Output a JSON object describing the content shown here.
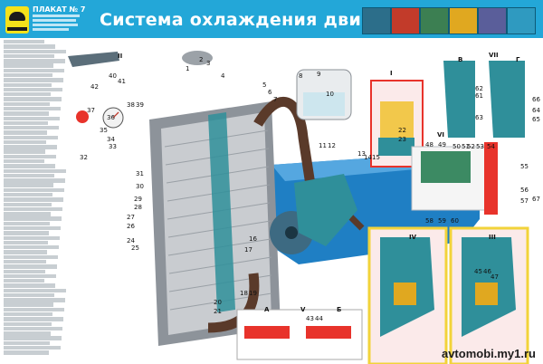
{
  "header": {
    "poster_number": "ПЛАКАТ № 7",
    "title": "Система охлаждения двигателя"
  },
  "watermark": "avtomobi.my1.ru",
  "inset_titles": {
    "i": "I",
    "ii": "II",
    "iii": "III",
    "iv": "IV",
    "v": "V",
    "vi": "VI",
    "vii": "VII",
    "a": "А",
    "b": "Б",
    "v_letter": "В",
    "g": "Г"
  },
  "callouts": [
    "1",
    "2",
    "3",
    "4",
    "5",
    "6",
    "7",
    "8",
    "9",
    "10",
    "11",
    "12",
    "13",
    "14",
    "15",
    "16",
    "17",
    "18",
    "19",
    "20",
    "21",
    "22",
    "23",
    "24",
    "25",
    "26",
    "27",
    "28",
    "29",
    "30",
    "31",
    "32",
    "33",
    "34",
    "35",
    "36",
    "37",
    "38",
    "39",
    "40",
    "41",
    "42",
    "43",
    "44",
    "45",
    "46",
    "47",
    "48",
    "49",
    "50",
    "51",
    "52",
    "53",
    "54",
    "55",
    "56",
    "57",
    "58",
    "59",
    "60",
    "61",
    "62",
    "63",
    "64",
    "65",
    "66",
    "67"
  ],
  "colors": {
    "header": "#23a7d8",
    "coolant": "#2f8f9a",
    "engine_blue": "#1f7fc4",
    "hose": "#5a3a2a",
    "highlight": "#e8332b",
    "radiator": "#c9ccd0"
  }
}
